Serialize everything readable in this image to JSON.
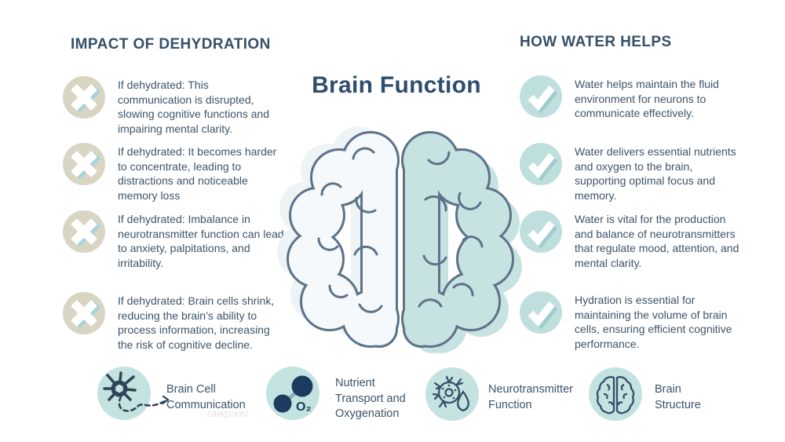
{
  "title": "Brain Function",
  "watermark": "rawpixel",
  "left_panel": {
    "heading": "IMPACT OF DEHYDRATION",
    "items": [
      "If dehydrated: This communication is disrupted, slowing cognitive functions and impairing mental clarity.",
      "If dehydrated: It becomes harder to concentrate, leading to distractions and noticeable memory loss",
      "If dehydrated: Imbalance in neurotransmitter function can lead to anxiety, palpitations, and irritability.",
      "If dehydrated: Brain cells shrink, reducing the brain’s ability to process information, increasing the risk of cognitive decline."
    ]
  },
  "right_panel": {
    "heading": "HOW WATER HELPS",
    "items": [
      "Water helps maintain the fluid environment for neurons to communicate effectively.",
      "Water delivers essential nutrients and oxygen to the brain, supporting optimal focus and memory.",
      "Water is vital for the production and balance of neurotransmitters that regulate mood, attention, and mental clarity.",
      "Hydration is essential for maintaining the volume of brain cells, ensuring efficient cognitive performance."
    ]
  },
  "legend": [
    {
      "icon": "neuron-icon",
      "label": "Brain Cell Communication"
    },
    {
      "icon": "oxygen-molecule-icon",
      "label": "Nutrient Transport and Oxygenation",
      "molecule": "O₂"
    },
    {
      "icon": "neurotransmitter-icon",
      "label": "Neurotransmitter Function"
    },
    {
      "icon": "brain-top-view-icon",
      "label": "Brain Structure"
    }
  ],
  "colors": {
    "heading": "#35506a",
    "title": "#2e4d6e",
    "body_text": "#3d5469",
    "x_badge_bg": "#d8d5c3",
    "x_accent": "#a5d2dc",
    "check_badge_bg": "#bfdfdf",
    "check_shadow": "#a2cbce",
    "legend_circle_bg": "#c4e2e0",
    "navy": "#1d3a60",
    "brain_stroke": "#5d7389",
    "brain_left_fill": "#f5f9fb",
    "brain_right_fill": "#c7e3e1",
    "brain_left_shadow": "#eef3f6"
  }
}
